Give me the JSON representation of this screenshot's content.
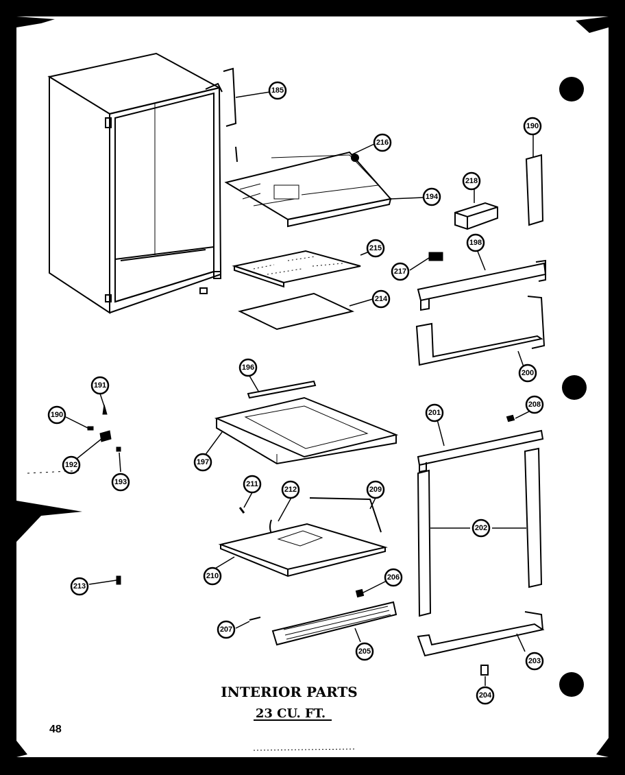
{
  "title": {
    "line1": "INTERIOR PARTS",
    "line2": "23 CU. FT."
  },
  "page_number": "48",
  "callouts": {
    "c185": "185",
    "c216a": "216",
    "c194": "194",
    "c218": "218",
    "c190": "190",
    "c215": "215",
    "c217": "217",
    "c198": "198",
    "c214": "214",
    "c200": "200",
    "c196": "196",
    "c191": "191",
    "c199": "190",
    "c192": "192",
    "c193": "193",
    "c197": "197",
    "c201": "201",
    "c208": "208",
    "c211": "211",
    "c212": "212",
    "c209": "209",
    "c202": "202",
    "c210": "210",
    "c213": "213",
    "c206": "206",
    "c207": "207",
    "c205": "205",
    "c203": "203",
    "c204": "204"
  },
  "colors": {
    "ink": "#000000",
    "paper": "#ffffff"
  }
}
